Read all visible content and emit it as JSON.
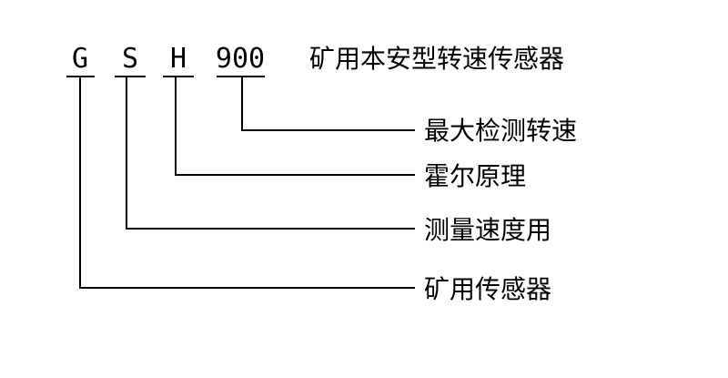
{
  "model_code": {
    "parts": [
      {
        "code": "G",
        "meaning": "矿用传感器"
      },
      {
        "code": "S",
        "meaning": "测量速度用"
      },
      {
        "code": "H",
        "meaning": "霍尔原理"
      },
      {
        "code": "900",
        "meaning": "最大检测转速"
      }
    ]
  },
  "title": "矿用本安型转速传感器"
}
